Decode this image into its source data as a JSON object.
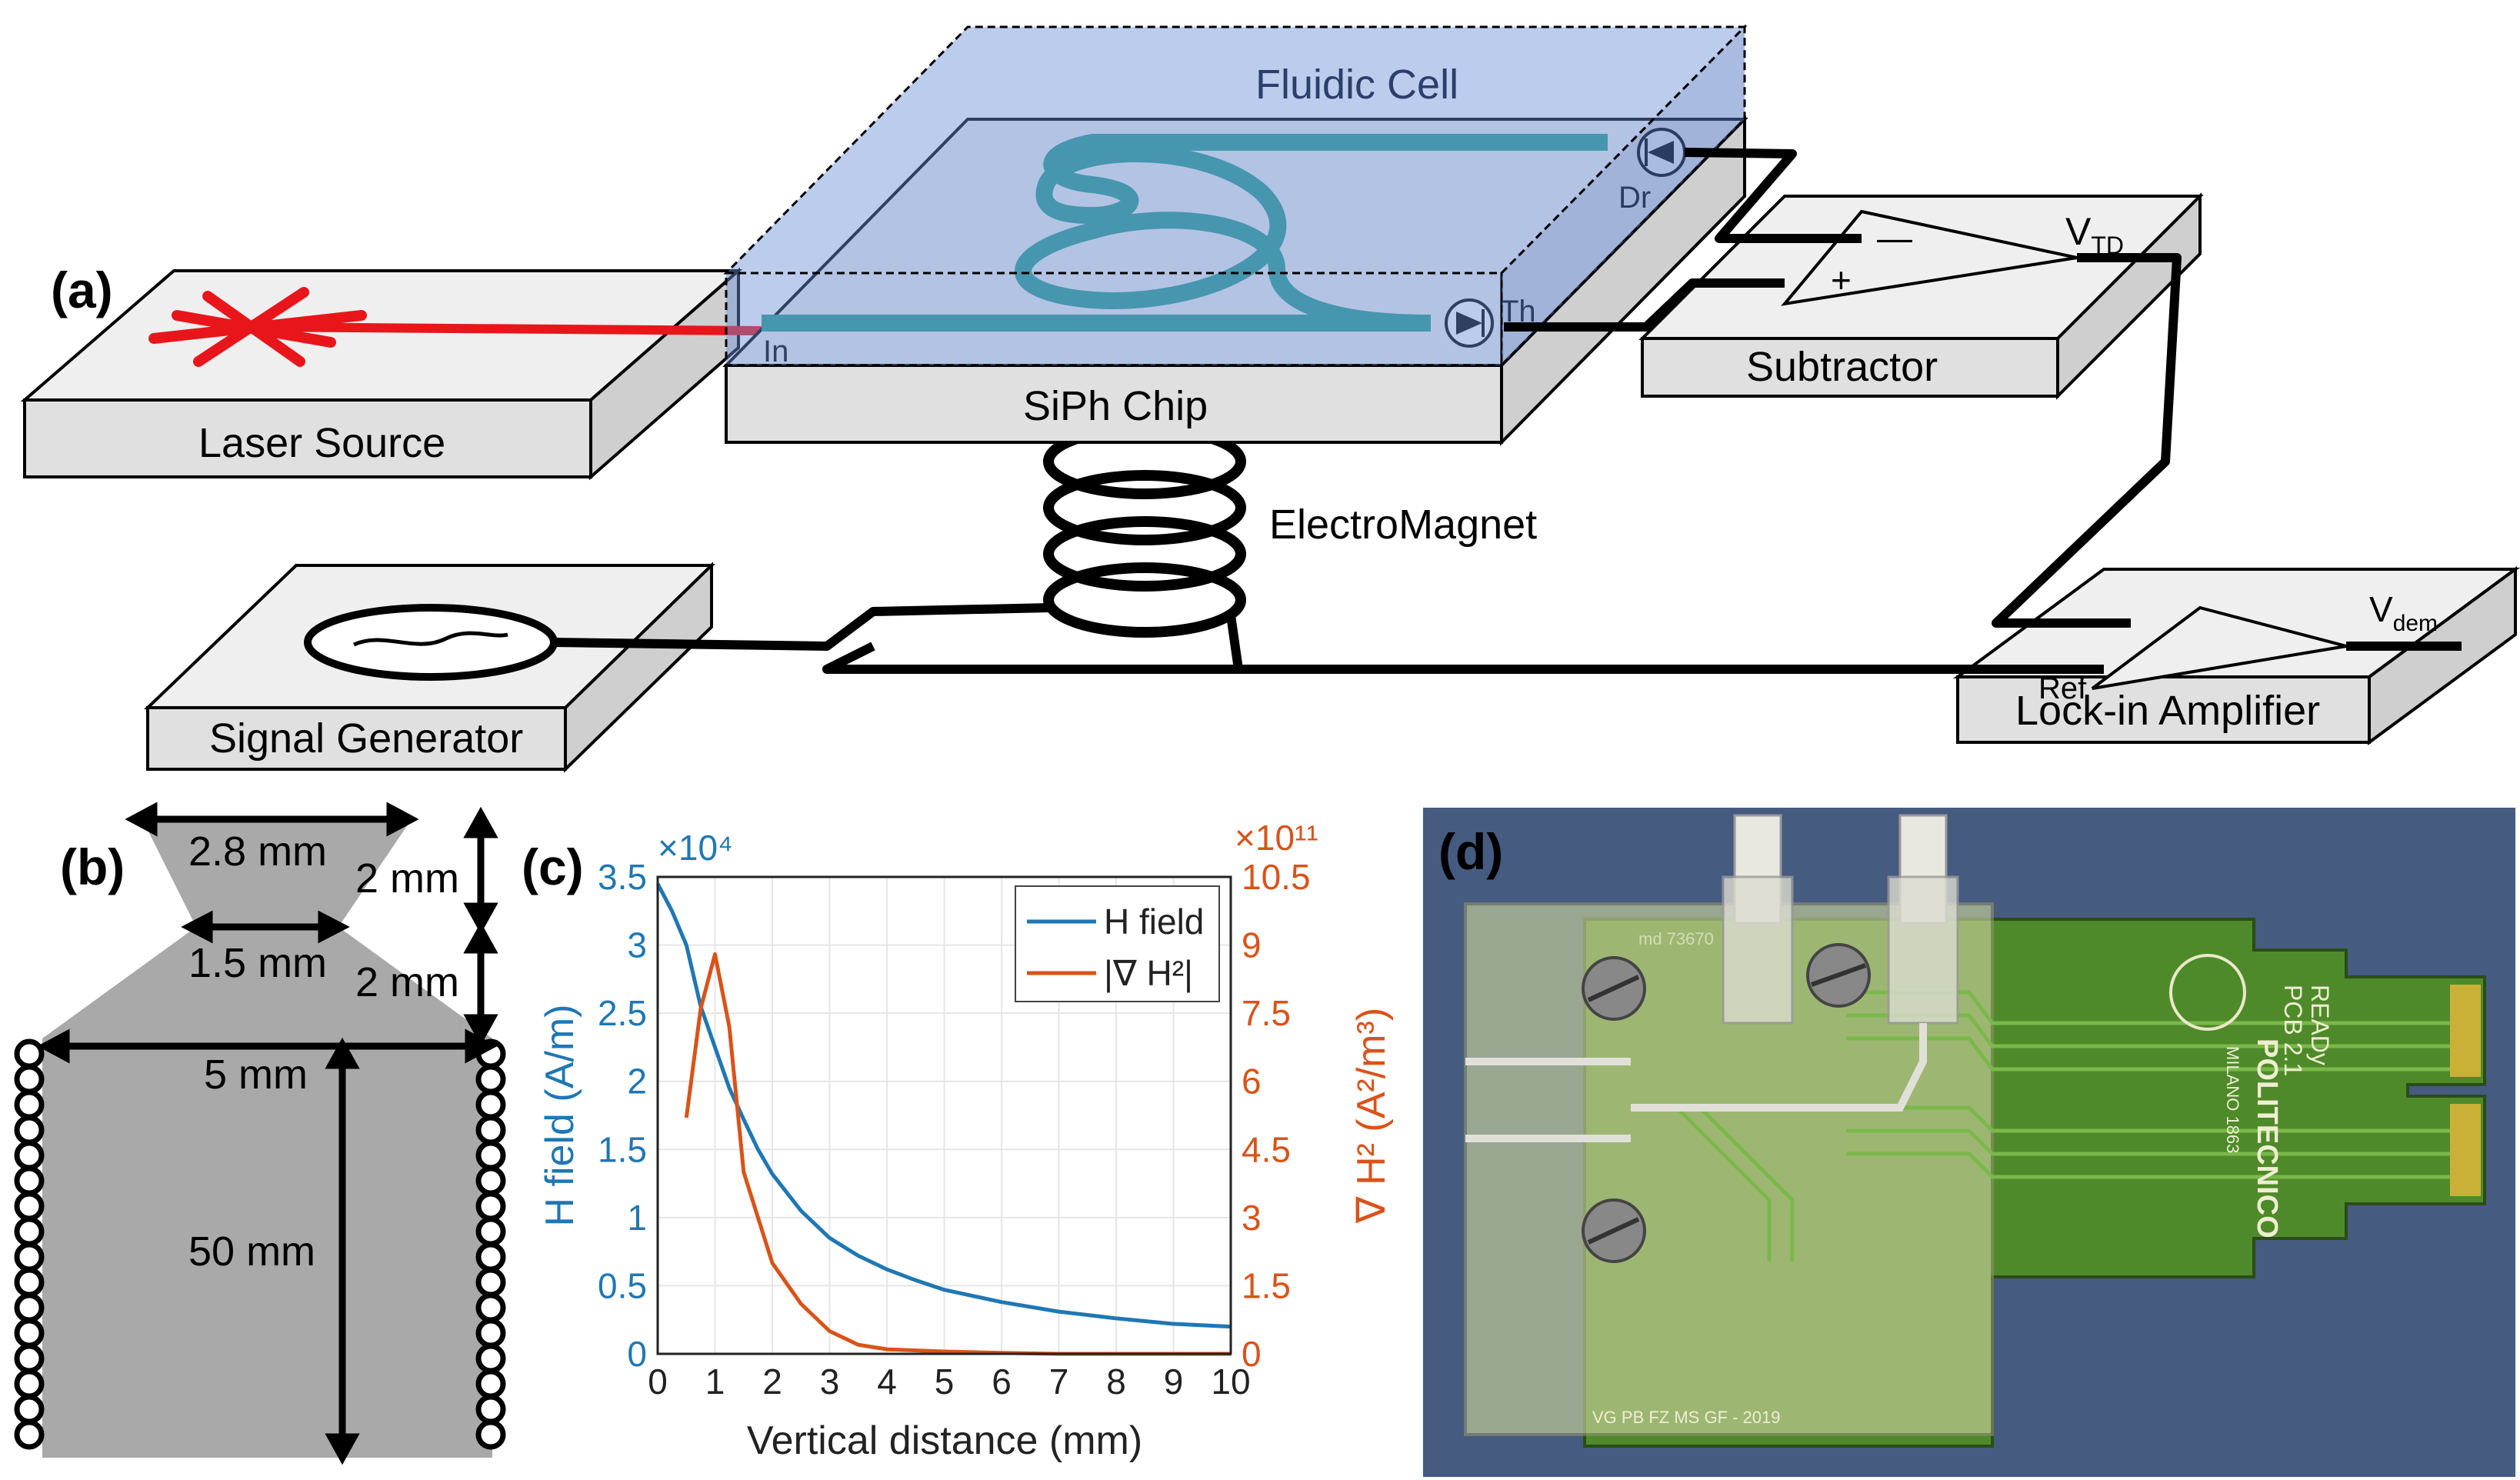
{
  "panel_a": {
    "label": "(a)",
    "laser_source": "Laser Source",
    "siph_chip": "SiPh Chip",
    "fluidic_cell": "Fluidic Cell",
    "in_label": "In",
    "drop_label": "Dr",
    "through_label": "Th",
    "subtractor": "Subtractor",
    "vtd_main": "V",
    "vtd_sub": "TD",
    "minus": "—",
    "plus": "+",
    "electromagnet": "ElectroMagnet",
    "signal_generator": "Signal Generator",
    "lockin": "Lock-in Amplifier",
    "ref": "Ref",
    "vdem_main": "V",
    "vdem_sub": "dem"
  },
  "panel_b": {
    "label": "(b)",
    "dim_top_width": "2.8 mm",
    "dim_top_height": "2 mm",
    "dim_neck_width": "1.5 mm",
    "dim_mid_height": "2 mm",
    "dim_core_width": "5 mm",
    "dim_core_height": "50 mm"
  },
  "panel_c": {
    "label": "(c)"
  },
  "panel_d": {
    "label": "(d)",
    "photo_texts": {
      "part_no": "md 73670",
      "board_name": "READy",
      "board_rev": "PCB 2.1",
      "institution": "POLITECNICO",
      "institution_sub": "MILANO 1863",
      "authors": "VG PB FZ MS GF - 2019"
    }
  },
  "chart_data": {
    "type": "line",
    "xlabel": "Vertical distance (mm)",
    "ylabel_left": "H field (A/m)",
    "ylabel_right": "∇ H² (A²/m³)",
    "left_multiplier": "×10⁴",
    "right_multiplier": "×10¹¹",
    "xlim": [
      0,
      10
    ],
    "ylim_left": [
      0,
      3.5
    ],
    "ylim_right": [
      0,
      10.5
    ],
    "x_ticks": [
      "0",
      "1",
      "2",
      "3",
      "4",
      "5",
      "6",
      "7",
      "8",
      "9",
      "10"
    ],
    "y_left_ticks": [
      "0",
      "0.5",
      "1",
      "1.5",
      "2",
      "2.5",
      "3",
      "3.5"
    ],
    "y_right_ticks": [
      "0",
      "1.5",
      "3",
      "4.5",
      "6",
      "7.5",
      "9",
      "10.5"
    ],
    "grid": true,
    "legend_position": "top-right",
    "series": [
      {
        "name": "H field",
        "axis": "left",
        "color": "#1f77b4",
        "x": [
          0,
          0.25,
          0.5,
          0.75,
          1,
          1.25,
          1.5,
          1.75,
          2,
          2.5,
          3,
          3.5,
          4,
          4.5,
          5,
          6,
          7,
          8,
          9,
          10
        ],
        "y": [
          3.45,
          3.25,
          3.0,
          2.55,
          2.25,
          1.95,
          1.72,
          1.5,
          1.32,
          1.05,
          0.85,
          0.72,
          0.62,
          0.54,
          0.47,
          0.38,
          0.31,
          0.26,
          0.22,
          0.2
        ]
      },
      {
        "name": "|∇ H²|",
        "axis": "right",
        "color": "#d95319",
        "x": [
          0.5,
          0.75,
          1,
          1.25,
          1.5,
          2,
          2.5,
          3,
          3.5,
          4,
          5,
          6,
          7,
          8,
          9,
          10
        ],
        "y": [
          5.2,
          7.6,
          8.8,
          7.2,
          4.0,
          2.0,
          1.1,
          0.5,
          0.2,
          0.1,
          0.05,
          0.02,
          0.0,
          0.0,
          0.0,
          0.0
        ]
      }
    ]
  }
}
